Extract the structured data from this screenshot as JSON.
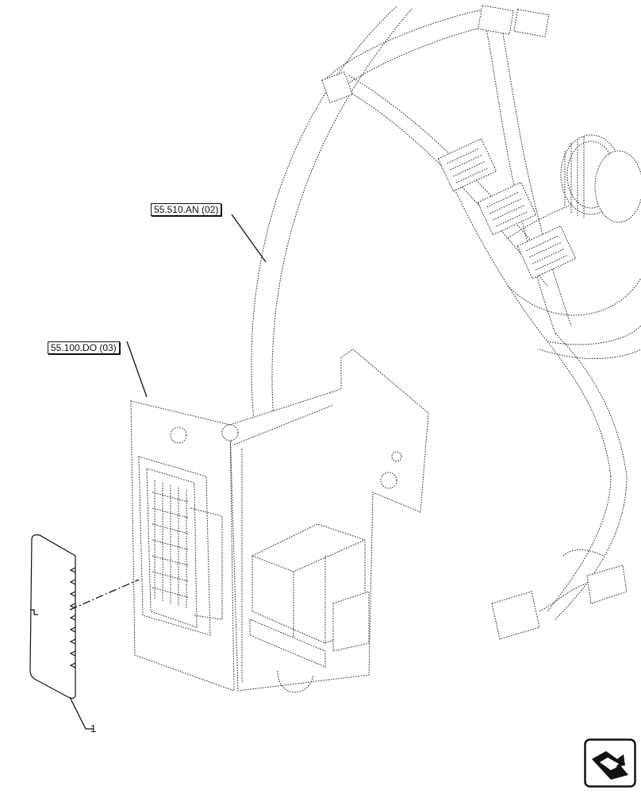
{
  "refs": {
    "ref_harness": "55.510.AN (02)",
    "ref_connector": "55.100.DO (03)"
  },
  "callouts": {
    "item_1": "1"
  },
  "icons": {
    "nav": "next-page-arrow-icon"
  }
}
